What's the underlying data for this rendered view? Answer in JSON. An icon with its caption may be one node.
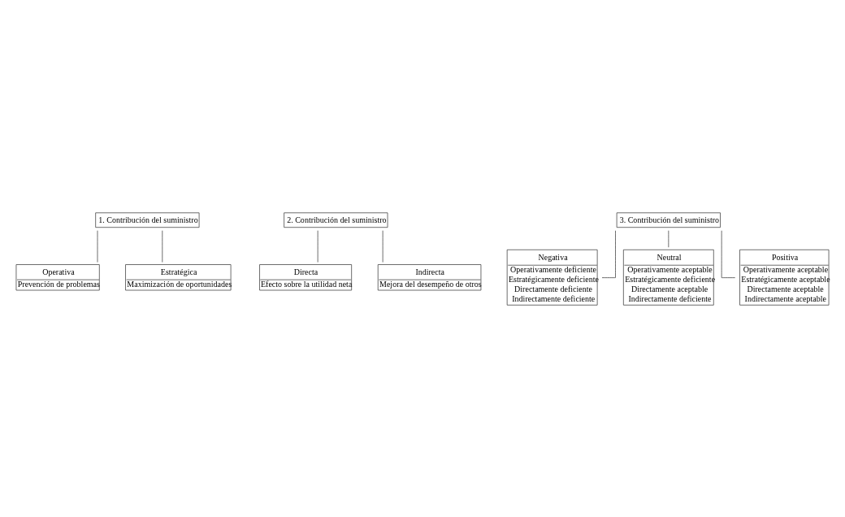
{
  "diagram": {
    "nodes": [
      {
        "text": [
          "1. Contribución del suministro"
        ]
      },
      {
        "text": [
          "Operativa",
          "Prevención de problemas"
        ]
      },
      {
        "text": [
          "Estratégica",
          "Maximización de oportunidades"
        ]
      },
      {
        "text": [
          "2. Contribución del suministro"
        ]
      },
      {
        "text": [
          "Directa",
          "Efecto sobre la utilidad neta"
        ]
      },
      {
        "text": [
          "Indirecta",
          "Mejora del desempeño de otros"
        ]
      },
      {
        "text": [
          "3. Contribución del suministro"
        ]
      },
      {
        "text": [
          "Negativa",
          "Operativamente deficiente",
          "Estratégicamente deficiente",
          "Directamente deficiente",
          "Indirectamente deficiente"
        ]
      },
      {
        "text": [
          "Neutral",
          "Operativamente aceptable",
          "Estratégicamente deficiente",
          "Directamente aceptable",
          "Indirectamente deficiente"
        ]
      },
      {
        "text": [
          "Positiva",
          "Operativamente aceptable",
          "Estratégicamente aceptable",
          "Directamente aceptable",
          "Indirectamente aceptable"
        ]
      }
    ],
    "edges": [
      {
        "from": 0,
        "to": 1,
        "arrow": "none"
      },
      {
        "from": 0,
        "to": 2,
        "arrow": "none"
      },
      {
        "from": 3,
        "to": 4,
        "arrow": "none"
      },
      {
        "from": 3,
        "to": 5,
        "arrow": "none"
      },
      {
        "from": 6,
        "to": 7,
        "arrow": "none"
      },
      {
        "from": 6,
        "to": 8,
        "arrow": "none"
      },
      {
        "from": 6,
        "to": 9,
        "arrow": "none"
      }
    ]
  }
}
